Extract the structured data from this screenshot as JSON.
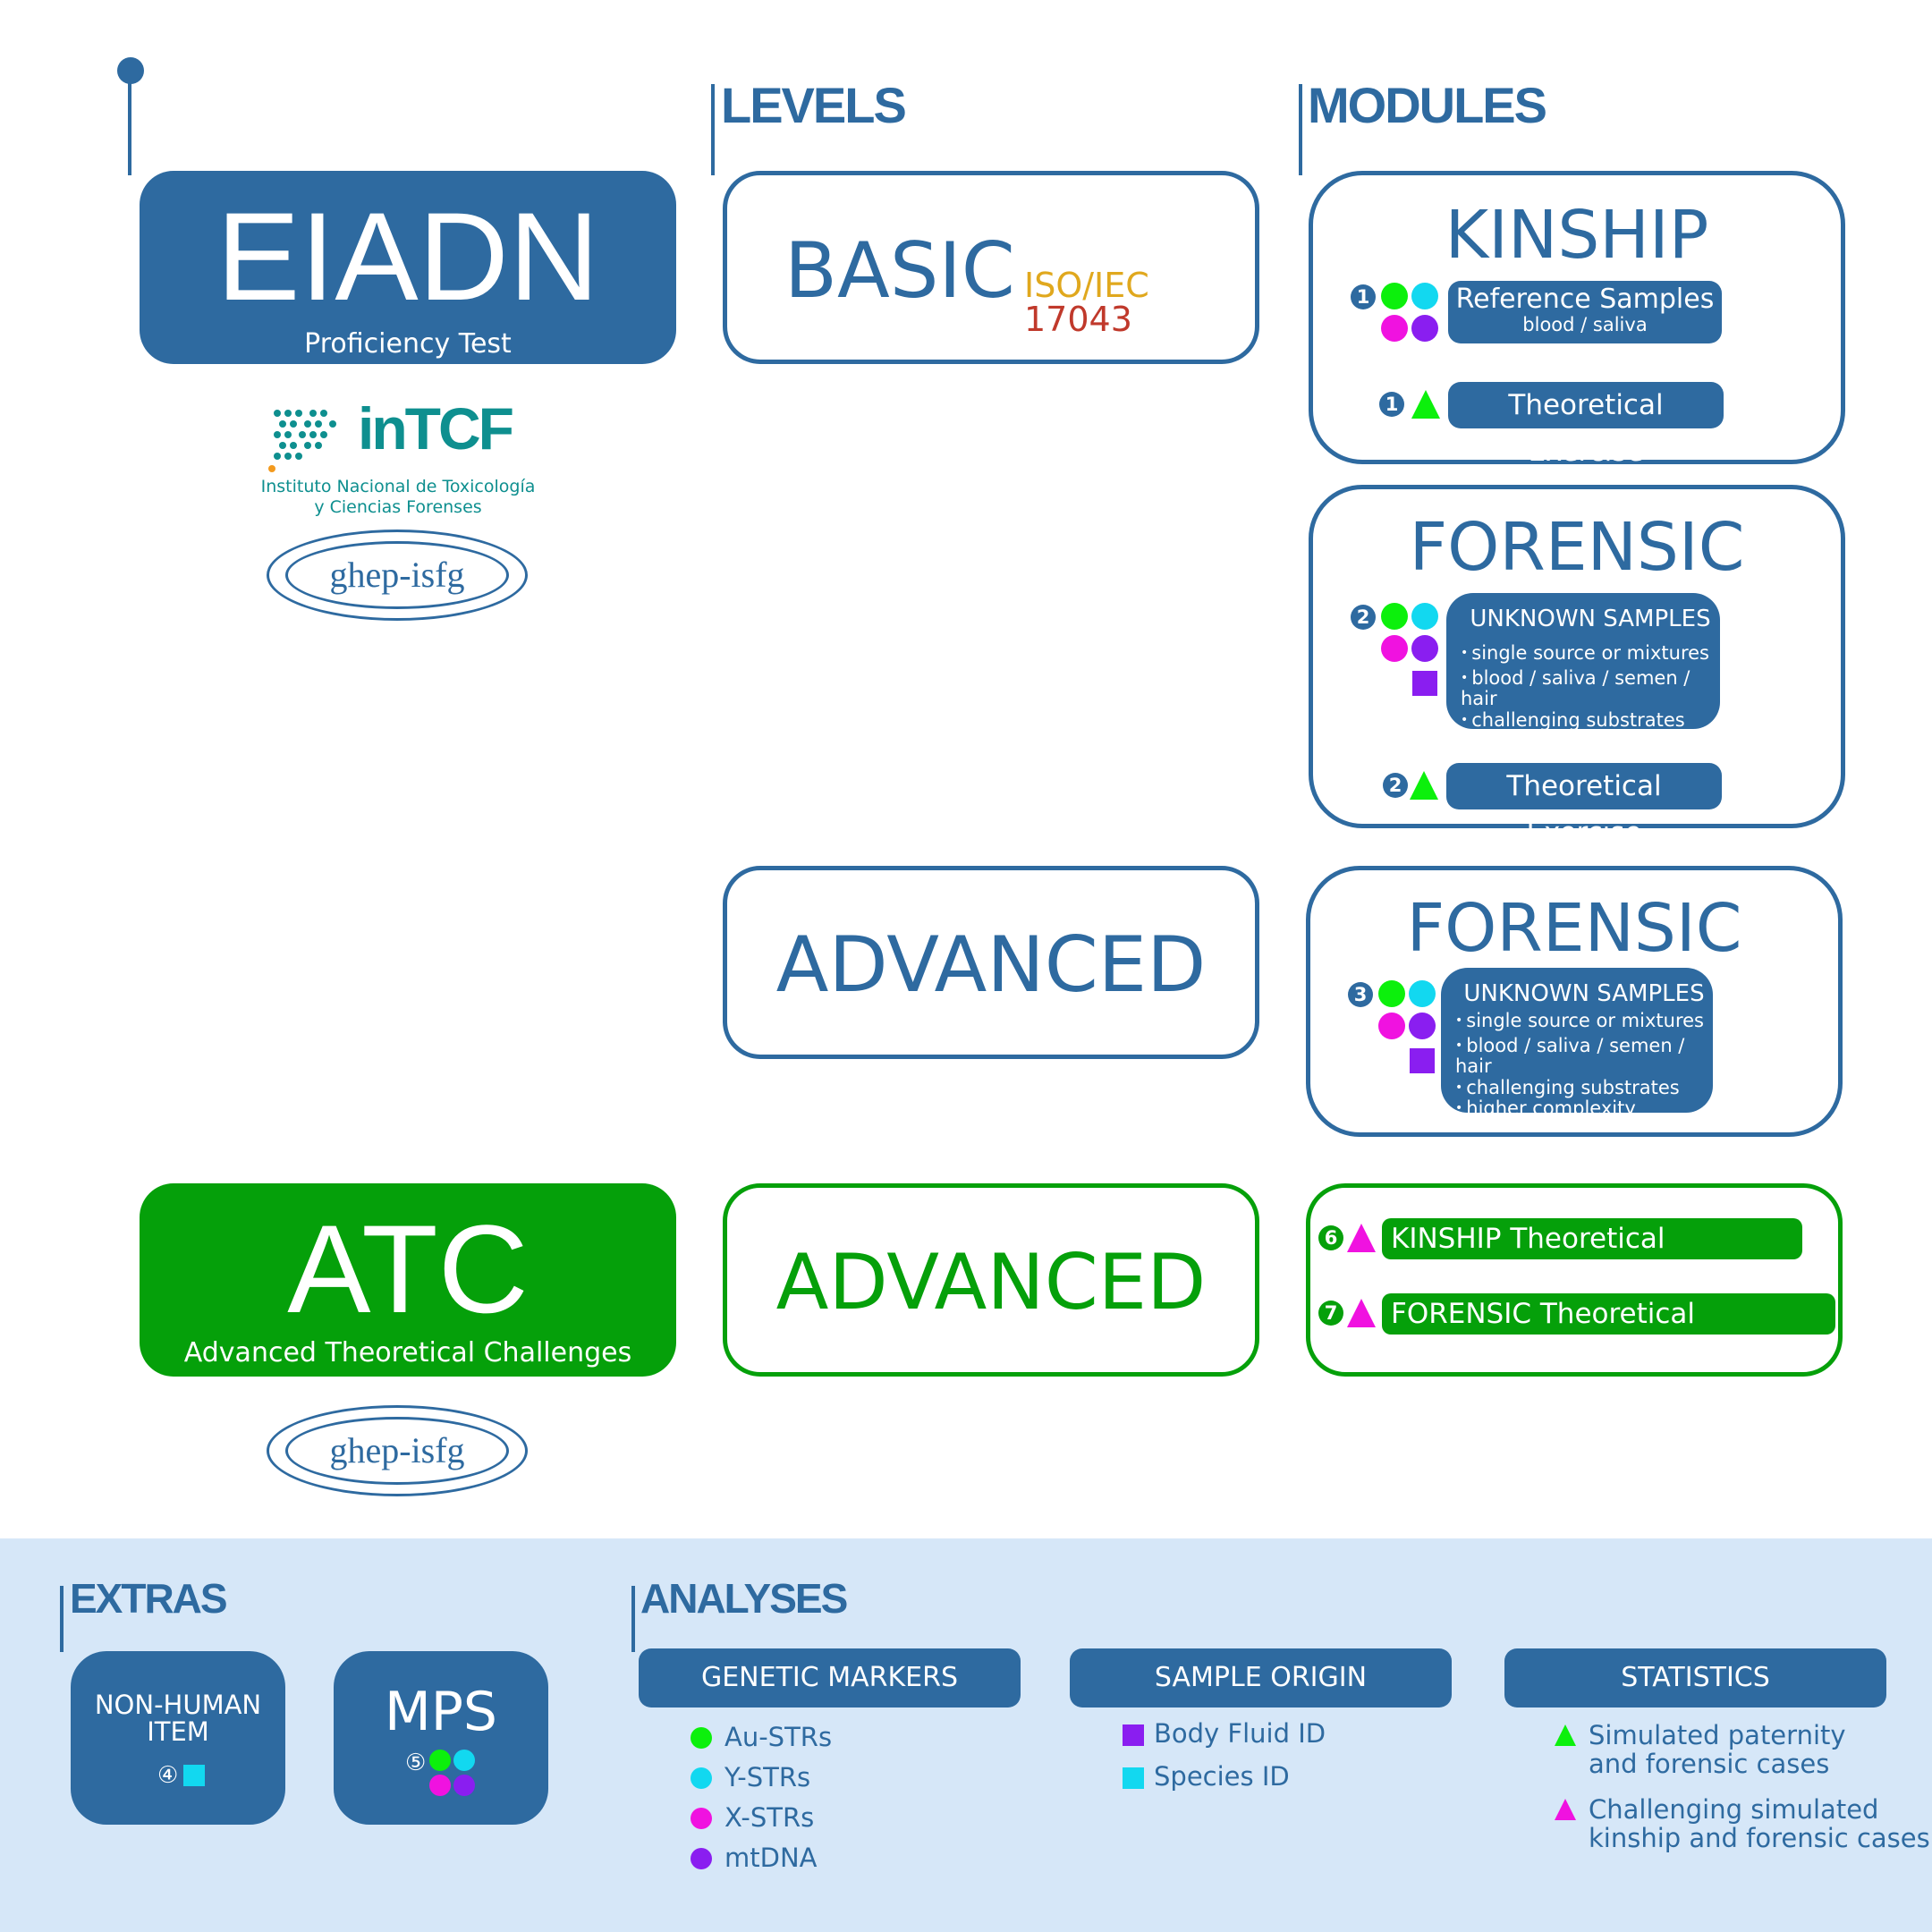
{
  "headers": {
    "levels": "LEVELS",
    "modules": "MODULES",
    "extras": "EXTRAS",
    "analyses": "ANALYSES"
  },
  "eiadn": {
    "title": "EIADN",
    "subtitle": "Proficiency Test"
  },
  "inTCF": {
    "logo": "inTCF",
    "line1": "Instituto Nacional de Toxicología",
    "line2": "y Ciencias Forenses"
  },
  "ghep": "ghep-isfg",
  "atc": {
    "title": "ATC",
    "subtitle": "Advanced Theoretical Challenges"
  },
  "levels": {
    "basic": "BASIC",
    "iso_a": "ISO/IEC",
    "iso_b": "17043",
    "advanced": "ADVANCED",
    "atc_advanced": "ADVANCED"
  },
  "kinship": {
    "title": "KINSHIP",
    "ref_title": "Reference Samples",
    "ref_sub": "blood / saliva",
    "theory": "Theoretical Exercise",
    "num": "1"
  },
  "forensic_basic": {
    "title": "FORENSIC",
    "num": "2",
    "unknown_title": "UNKNOWN SAMPLES",
    "items": [
      "single source or mixtures",
      "blood / saliva / semen / hair",
      "challenging substrates"
    ],
    "theory": "Theoretical Exercise"
  },
  "forensic_adv": {
    "title": "FORENSIC",
    "num": "3",
    "unknown_title": "UNKNOWN SAMPLES",
    "items": [
      "single source or mixtures",
      "blood / saliva / semen / hair",
      "challenging substrates",
      "higher complexity"
    ]
  },
  "atc_modules": {
    "kinship": "KINSHIP Theoretical Challenge",
    "kinship_num": "6",
    "forensic": "FORENSIC Theoretical Challenge",
    "forensic_num": "7"
  },
  "extras": {
    "nonhuman_1": "NON-HUMAN",
    "nonhuman_2": "ITEM",
    "nonhuman_num": "④",
    "mps": "MPS",
    "mps_num": "⑤"
  },
  "analyses": {
    "genetic": {
      "title": "GENETIC MARKERS",
      "items": [
        "Au-STRs",
        "Y-STRs",
        "X-STRs",
        "mtDNA"
      ]
    },
    "origin": {
      "title": "SAMPLE ORIGIN",
      "items": [
        "Body Fluid ID",
        "Species ID"
      ]
    },
    "stats": {
      "title": "STATISTICS",
      "item1_a": "Simulated paternity",
      "item1_b": "and forensic cases",
      "item2_a": "Challenging simulated",
      "item2_b": "kinship and forensic cases"
    }
  },
  "colors": {
    "blue": "#2e6aa0",
    "green": "#05a00a",
    "au_str": "#0cf00c",
    "y_str": "#12d8f0",
    "x_str": "#f012e0",
    "mtdna": "#8a1ef0",
    "band": "#d6e7f8",
    "iso_orange": "#e0a81e",
    "iso_red": "#c0392b"
  }
}
